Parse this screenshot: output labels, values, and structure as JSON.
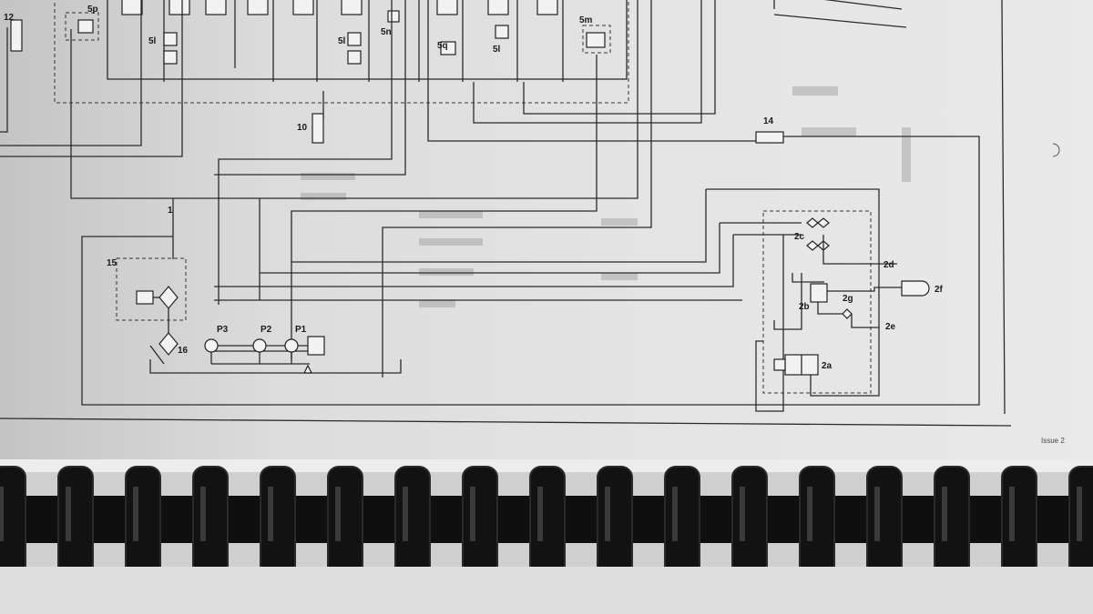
{
  "labels": {
    "l12": "12",
    "l5p": "5p",
    "l5l_a": "5l",
    "l5l_b": "5l",
    "l5n": "5n",
    "l5q": "5q",
    "l5l_c": "5l",
    "l5m": "5m",
    "l10": "10",
    "l14": "14",
    "l1": "1",
    "l15": "15",
    "l16": "16",
    "lP3": "P3",
    "lP2": "P2",
    "lP1": "P1",
    "l2c": "2c",
    "l2d": "2d",
    "l2b": "2b",
    "l2g": "2g",
    "l2f": "2f",
    "l2e": "2e",
    "l2a": "2a"
  },
  "footer": {
    "issue": "Issue 2"
  },
  "colors": {
    "paper": "#e4e4e4",
    "ink": "#2b2b2b",
    "binding": "#0f0f0f"
  },
  "icons": {
    "binding": "comb-binding-icon"
  }
}
